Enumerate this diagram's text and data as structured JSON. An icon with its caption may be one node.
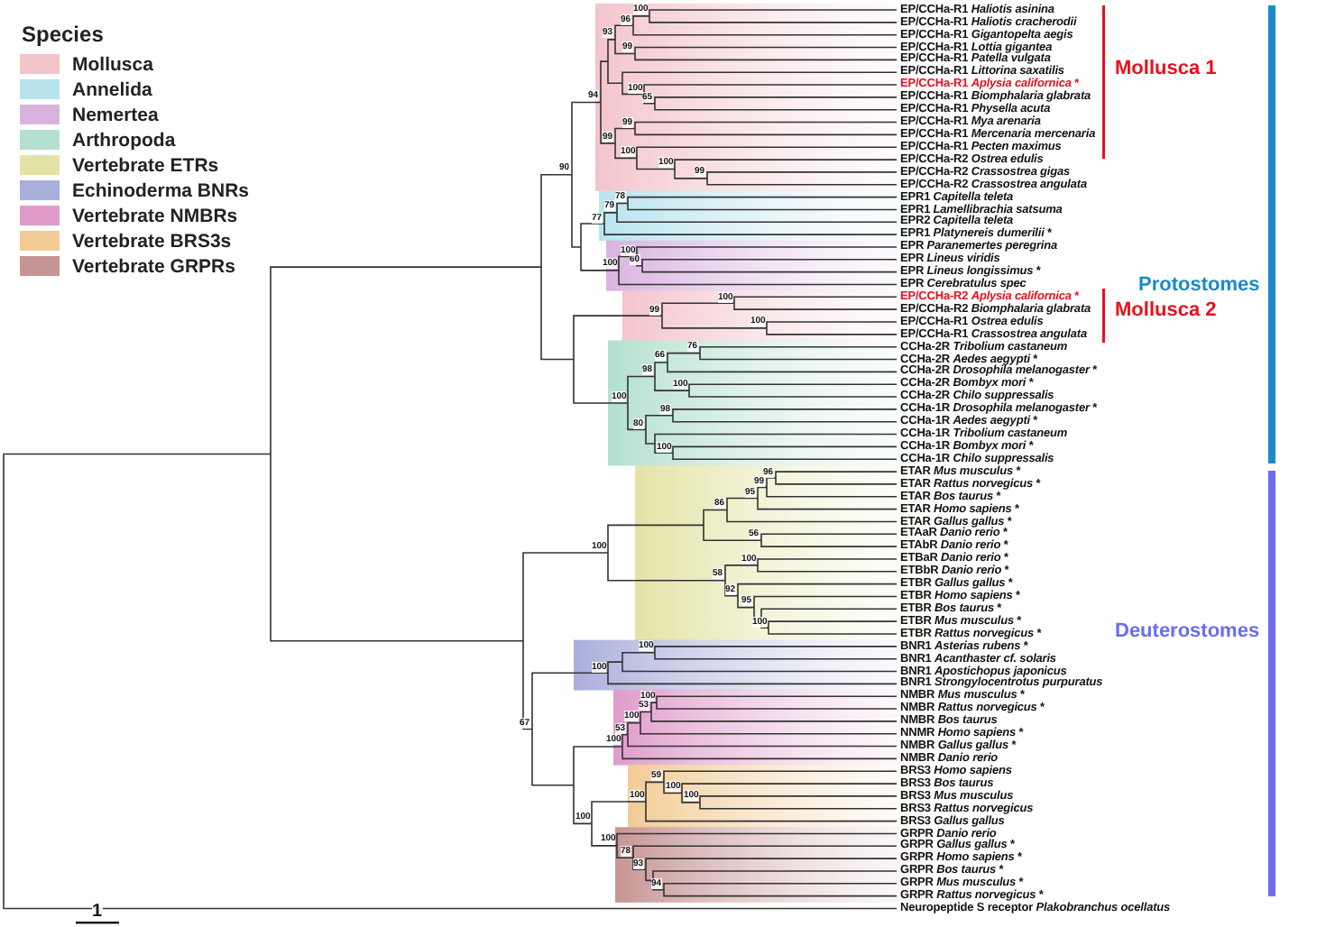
{
  "diagram": {
    "labels": [
      "Species",
      "EP/CCHa-R1 *Haliotis asinina*",
      "EP/CCHa-R1 *Haliotis cracherodii*",
      "EP/CCHa-R1 *Gigantopelta aegis*",
      "EP/CCHa-R1 *Lottia gigantea*",
      "EP/CCHa-R1 *Patella vulgata*",
      "EP/CCHa-R1 *Littorina saxatilis*",
      "EP/CCHa-R1 *Aplysia californica* *",
      "EP/CCHa-R1 *Biomphalaria glabrata*",
      "EP/CCHa-R1 *Physella acuta*",
      "EP/CCHa-R1 *Mya arenaria*",
      "EP/CCHa-R1 *Mercenaria mercenaria*",
      "EP/CCHa-R1 *Pecten maximus*",
      "EP/CCHa-R2 *Ostrea edulis*",
      "EP/CCHa-R2 *Crassostrea gigas*",
      "EP/CCHa-R2 *Crassostrea angulata*",
      "EPR1 *Capitella teleta*",
      "EPR1 *Lamellibrachia satsuma*",
      "EPR2 *Capitella teleta*",
      "EPR1 *Platynereis dumerilii* *",
      "EPR *Paranemertes peregrina*",
      "EPR *Lineus viridis*",
      "EPR *Lineus longissimus* *",
      "EPR *Cerebratulus spec*",
      "EP/CCHa-R2 *Aplysia californica* *",
      "EP/CCHa-R2 *Biomphalaria glabrata*",
      "EP/CCHa-R1 *Ostrea edulis*",
      "EP/CCHa-R1 *Crassostrea angulata*",
      "CCHa-2R *Tribolium castaneum*",
      "CCHa-2R *Aedes aegypti* *",
      "CCHa-2R *Drosophila melanogaster* *",
      "CCHa-2R *Bombyx mori* *",
      "CCHa-2R *Chilo suppressalis*",
      "CCHa-1R *Drosophila melanogaster* *",
      "CCHa-1R *Aedes aegypti* *",
      "CCHa-1R *Tribolium castaneum*",
      "CCHa-1R *Bombyx mori* *",
      "CCHa-1R *Chilo suppressalis*",
      "ETAR *Mus musculus* *",
      "ETAR *Rattus norvegicus* *",
      "ETAR *Bos taurus* *",
      "ETAR *Homo sapiens* *",
      "ETAR *Gallus gallus* *",
      "ETAaR *Danio rerio* *",
      "ETAbR *Danio rerio* *",
      "ETBaR *Danio rerio* *",
      "ETBbR *Danio rerio* *",
      "ETBR *Gallus gallus* *",
      "ETBR *Homo sapiens* *",
      "ETBR *Bos taurus* *",
      "ETBR *Mus musculus* *",
      "ETBR *Rattus norvegicus* *",
      "BNR1 *Asterias rubens* *",
      "BNR1 *Acanthaster cf. solaris*",
      "BNR1 *Apostichopus japonicus*",
      "BNR1 *Strongylocentrotus purpuratus*",
      "NMBR *Mus musculus* *",
      "NMBR *Rattus norvegicus* *",
      "NMBR *Bos taurus*",
      "NNMR *Homo sapiens* *",
      "NMBR *Gallus gallus* *",
      "NMBR *Danio rerio*",
      "BRS3 *Homo sapiens*",
      "BRS3 *Bos taurus*",
      "BRS3 *Mus musculus*",
      "BRS3 *Rattus norvegicus*",
      "BRS3 *Gallus gallus*",
      "GRPR *Danio rerio*",
      "GRPR *Gallus gallus* *",
      "GRPR *Homo sapiens* *",
      "GRPR *Bos taurus* *",
      "GRPR *Mus musculus* *",
      "GRPR *Rattus norvegicus* *",
      "Neuropeptide S receptor *Plakobranchus ocellatus*",
      "90",
      "94",
      "93",
      "96",
      "100",
      "99",
      "100",
      "65",
      "99",
      "99",
      "100",
      "100",
      "99",
      "77",
      "79",
      "78",
      "100",
      "100",
      "60",
      "99",
      "100",
      "100",
      "100",
      "98",
      "66",
      "76",
      "100",
      "80",
      "98",
      "100",
      "100",
      "86",
      "95",
      "99",
      "96",
      "56",
      "58",
      "100",
      "92",
      "95",
      "100",
      "67",
      "100",
      "100",
      "100",
      "53",
      "100",
      "53",
      "100",
      "100",
      "100",
      "59",
      "100",
      "100",
      "100",
      "78",
      "93",
      "94",
      "Mollusca 1",
      "Protostomes",
      "Mollusca 2",
      "Deuterostomes",
      "1"
    ],
    "legend": [
      {
        "text": "Mollusca",
        "color": "#f3c4cb"
      },
      {
        "text": "Annelida",
        "color": "#b8e4ee"
      },
      {
        "text": "Nemertea",
        "color": "#d9b3e0"
      },
      {
        "text": "Arthropoda",
        "color": "#b3e0cf"
      },
      {
        "text": "Vertebrate ETRs",
        "color": "#e3e3a6"
      },
      {
        "text": "Echinoderma BNRs",
        "color": "#a9afdb"
      },
      {
        "text": "Vertebrate NMBRs",
        "color": "#e09bcb"
      },
      {
        "text": "Vertebrate BRS3s",
        "color": "#f2cb94"
      },
      {
        "text": "Vertebrate GRPRs",
        "color": "#c79494"
      }
    ]
  }
}
